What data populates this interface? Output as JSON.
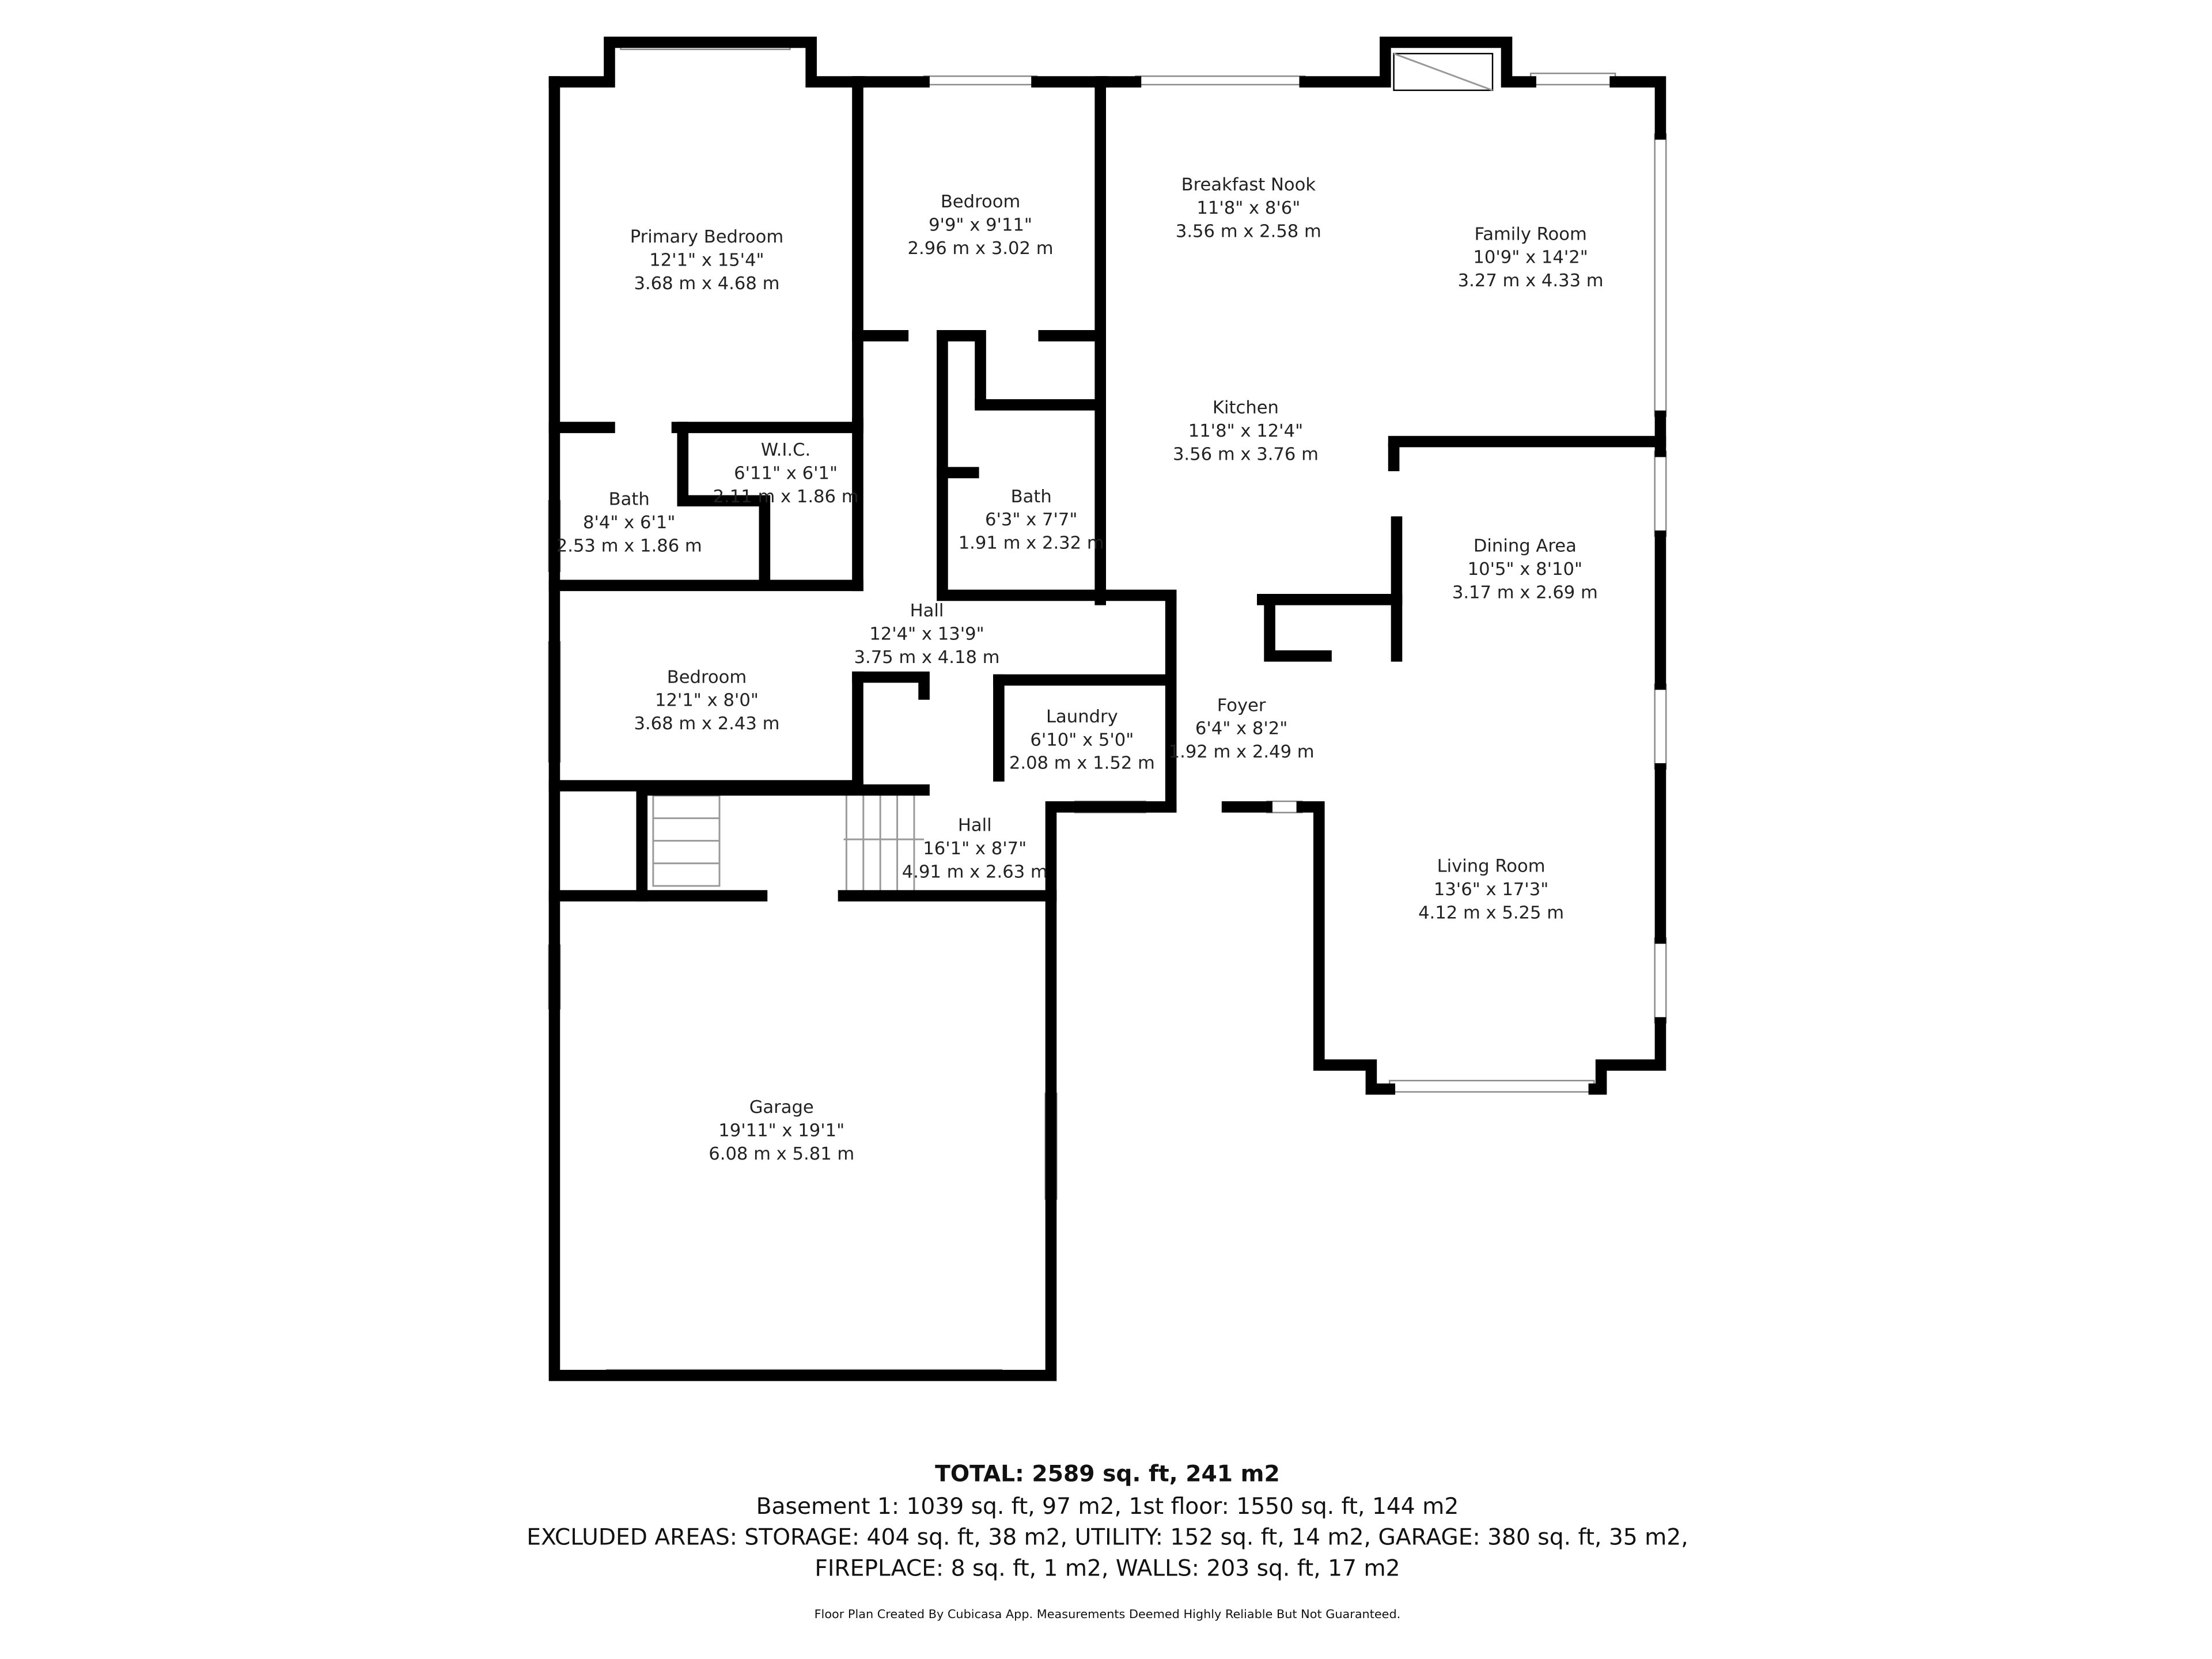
{
  "rooms": [
    {
      "name": "Primary Bedroom",
      "imperial": "12'1\" x 15'4\"",
      "metric": "3.68 m x 4.68 m"
    },
    {
      "name": "Bedroom",
      "imperial": "9'9\" x 9'11\"",
      "metric": "2.96 m x 3.02 m"
    },
    {
      "name": "Breakfast Nook",
      "imperial": "11'8\" x 8'6\"",
      "metric": "3.56 m x 2.58 m"
    },
    {
      "name": "Family Room",
      "imperial": "10'9\" x 14'2\"",
      "metric": "3.27 m x 4.33 m"
    },
    {
      "name": "Kitchen",
      "imperial": "11'8\" x 12'4\"",
      "metric": "3.56 m x 3.76 m"
    },
    {
      "name": "W.I.C.",
      "imperial": "6'11\" x 6'1\"",
      "metric": "2.11 m x 1.86 m"
    },
    {
      "name": "Bath",
      "imperial": "8'4\" x 6'1\"",
      "metric": "2.53 m x 1.86 m"
    },
    {
      "name": "Bath",
      "imperial": "6'3\" x 7'7\"",
      "metric": "1.91 m x 2.32 m"
    },
    {
      "name": "Dining Area",
      "imperial": "10'5\" x 8'10\"",
      "metric": "3.17 m x 2.69 m"
    },
    {
      "name": "Hall",
      "imperial": "12'4\" x 13'9\"",
      "metric": "3.75 m x 4.18 m"
    },
    {
      "name": "Bedroom",
      "imperial": "12'1\" x 8'0\"",
      "metric": "3.68 m x 2.43 m"
    },
    {
      "name": "Laundry",
      "imperial": "6'10\" x 5'0\"",
      "metric": "2.08 m x 1.52 m"
    },
    {
      "name": "Foyer",
      "imperial": "6'4\" x 8'2\"",
      "metric": "1.92 m x 2.49 m"
    },
    {
      "name": "Hall",
      "imperial": "16'1\" x 8'7\"",
      "metric": "4.91 m x 2.63 m"
    },
    {
      "name": "Living Room",
      "imperial": "13'6\" x 17'3\"",
      "metric": "4.12 m x 5.25 m"
    },
    {
      "name": "Garage",
      "imperial": "19'11\" x 19'1\"",
      "metric": "6.08 m x 5.81 m"
    }
  ],
  "summary": {
    "total": "TOTAL: 2589 sq. ft, 241 m2",
    "floors": "Basement 1: 1039 sq. ft, 97 m2, 1st floor: 1550 sq. ft, 144 m2",
    "excluded_1": "EXCLUDED AREAS: STORAGE: 404 sq. ft, 38 m2, UTILITY: 152 sq. ft, 14 m2, GARAGE: 380 sq. ft, 35 m2,",
    "excluded_2": "FIREPLACE: 8 sq. ft, 1 m2, WALLS: 203 sq. ft, 17 m2",
    "disclaimer": "Floor Plan Created By Cubicasa App. Measurements Deemed Highly Reliable But Not Guaranteed."
  }
}
